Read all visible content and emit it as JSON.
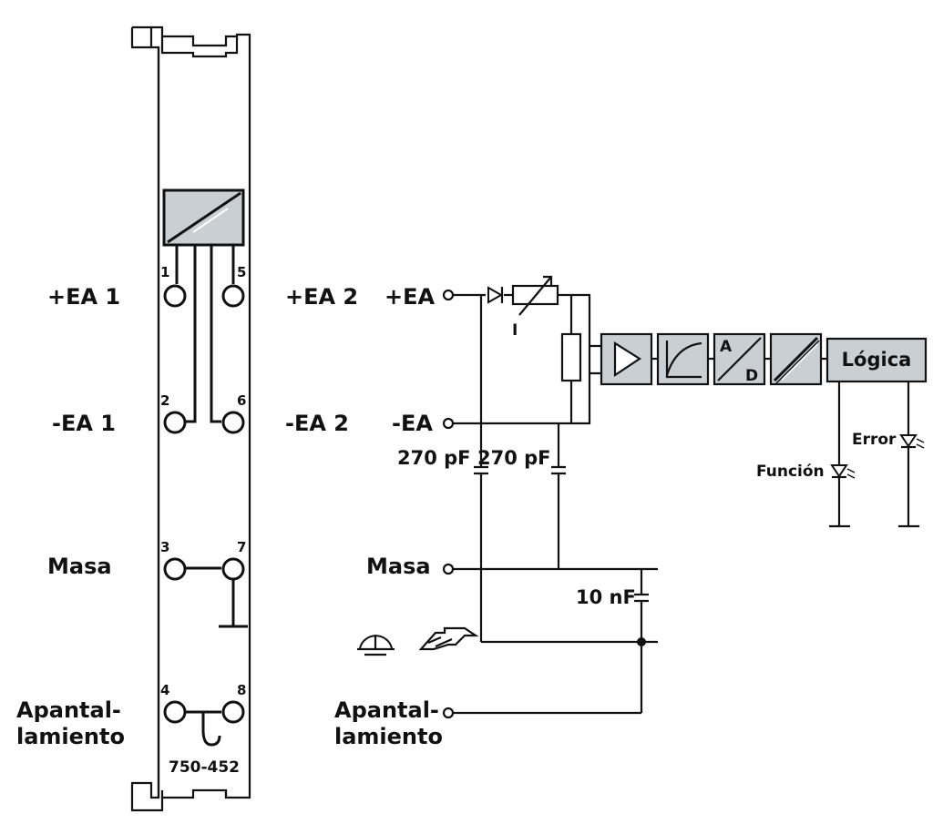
{
  "module": {
    "part_number": "750-452",
    "pins": [
      "1",
      "2",
      "3",
      "4",
      "5",
      "6",
      "7",
      "8"
    ]
  },
  "left_labels": {
    "ea1_plus": "+EA 1",
    "ea1_minus": "-EA 1",
    "masa": "Masa",
    "apantallamiento_1": "Apantal-",
    "apantallamiento_2": "lamiento"
  },
  "middle_labels": {
    "ea2_plus": "+EA 2",
    "ea2_minus": "-EA 2"
  },
  "circuit": {
    "ea_plus": "+EA",
    "ea_minus": "-EA",
    "cap1": "270 pF",
    "cap2": "270 pF",
    "cap3": "10 nF",
    "masa": "Masa",
    "apantallamiento_1": "Apantal-",
    "apantallamiento_2": "lamiento",
    "current_label": "I",
    "adc_a": "A",
    "adc_d": "D",
    "logic": "Lógica",
    "error": "Error",
    "funcion": "Función"
  },
  "colors": {
    "block_fill": "#c9cfd3",
    "line": "#111111"
  }
}
